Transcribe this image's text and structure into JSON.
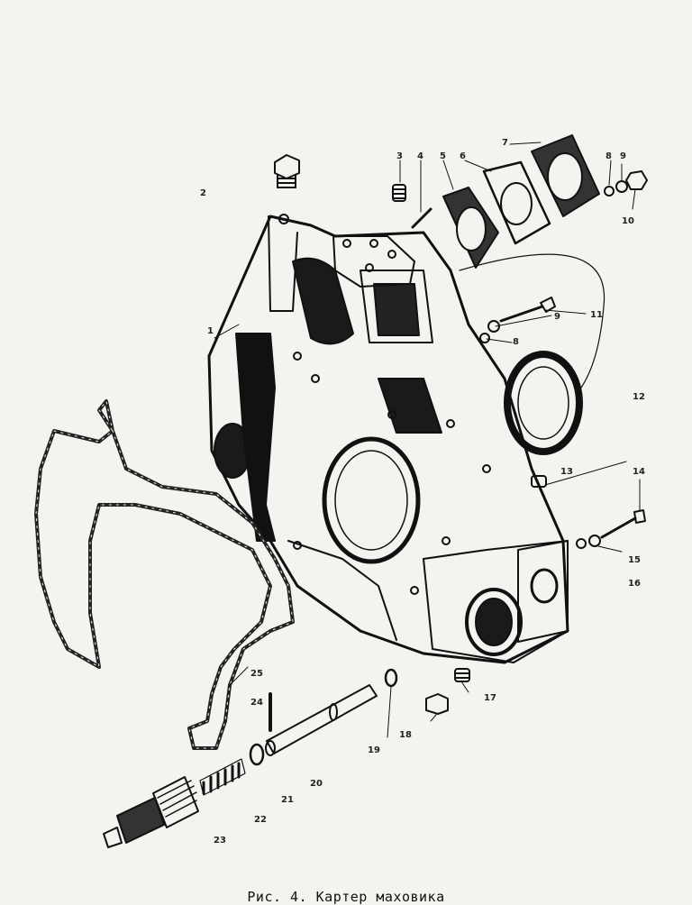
{
  "caption": "Рис. 4. Картер маховика",
  "part_labels": [
    "1",
    "2",
    "3",
    "4",
    "5",
    "6",
    "7",
    "8",
    "9",
    "10",
    "11",
    "9",
    "8",
    "12",
    "13",
    "14",
    "15",
    "16",
    "17",
    "18",
    "19",
    "20",
    "21",
    "22",
    "23",
    "24",
    "25"
  ],
  "colors": {
    "ink": "#111111",
    "paper": "#f4f3ef"
  }
}
